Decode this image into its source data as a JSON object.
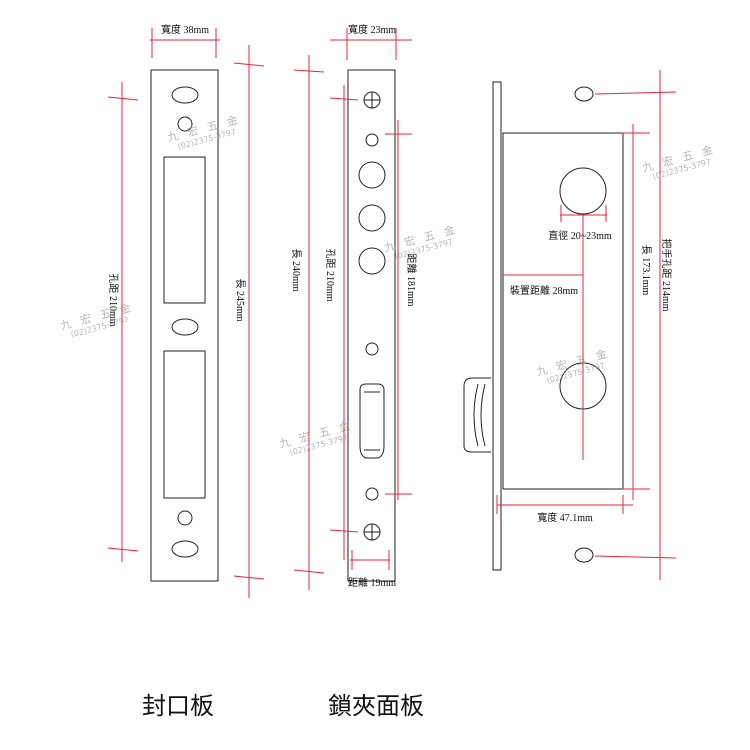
{
  "labels": {
    "strike_width": "寬度 38mm",
    "strike_hole_spacing": "孔距 210mm",
    "strike_length": "長 245mm",
    "face_width": "寬度 23mm",
    "face_length": "長 240mm",
    "face_hole_spacing": "孔距 210mm",
    "face_distance": "距離 181mm",
    "face_bottom_distance": "距離 19mm",
    "knob_diameter": "直徑 20~23mm",
    "install_distance": "裝置距離 28mm",
    "body_length": "長 173.1mm",
    "handle_hole_spacing": "把手孔距 214mm",
    "body_width": "寬度 47.1mm"
  },
  "watermark": {
    "name": "九 宏 五 金",
    "phone": "(02)2375-3797"
  },
  "captions": {
    "strike_plate": "封口板",
    "face_plate": "鎖夾面板"
  },
  "colors": {
    "dimension_line": "#e3263b",
    "outline": "#222222",
    "watermark": "#999999"
  }
}
